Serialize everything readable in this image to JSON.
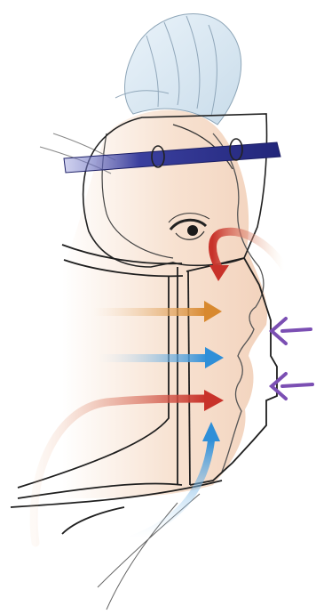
{
  "figure": {
    "subject": "face-shield-airflow-illustration",
    "colors": {
      "background": "#ffffff",
      "skin": "#f6dcc8",
      "hair_cap": "#dceaf4",
      "outline": "#2a2a2a",
      "headband": "#2b2f8a",
      "exhaled_flow": "#c8322a",
      "warm_flow": "#d8892f",
      "cool_flow": "#2f8fd8",
      "intake_flow": "#7b4fb3"
    },
    "icons": [
      "headband",
      "face-shield",
      "mask",
      "airflow-arrows"
    ]
  }
}
